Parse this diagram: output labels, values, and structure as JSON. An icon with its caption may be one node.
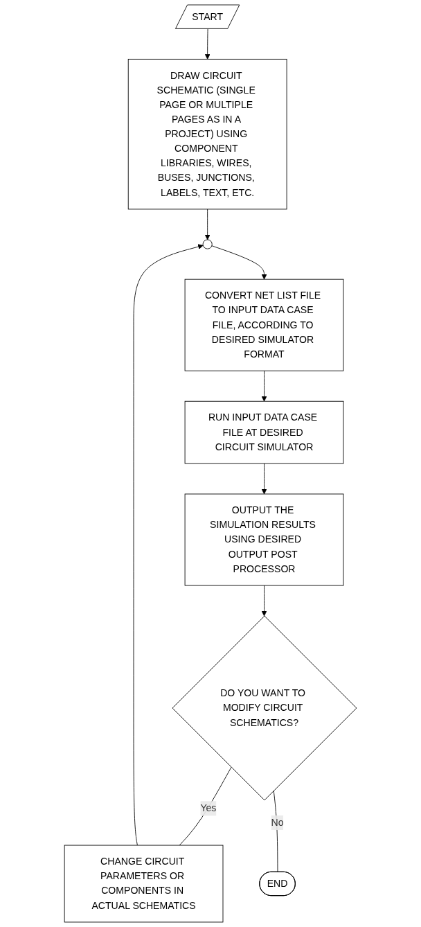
{
  "diagram": {
    "nodes": [
      {
        "text": [
          "START"
        ]
      },
      {
        "text": [
          "DRAW CIRCUIT SCHEMATIC (SINGLE PAGE OR MULTIPLE PAGES AS IN A PROJECT) USING COMPONENT LIBRARIES, WIRES, BUSES, JUNCTIONS, LABELS, TEXT, ETC."
        ]
      },
      {
        "text": [],
        "shape": "circle"
      },
      {
        "text": [
          "CONVERT NET LIST FILE TO INPUT DATA CASE FILE, ACCORDING TO DESIRED SIMULATOR FORMAT"
        ]
      },
      {
        "text": [
          "RUN INPUT DATA CASE FILE AT DESIRED CIRCUIT SIMULATOR"
        ]
      },
      {
        "text": [
          "OUTPUT THE SIMULATION RESULTS USING DESIRED OUTPUT POST PROCESSOR"
        ]
      },
      {
        "text": [
          "DO YOU WANT TO MODIFY CIRCUIT SCHEMATICS?"
        ]
      },
      {
        "text": [
          "CHANGE CIRCUIT PARAMETERS OR COMPONENTS IN ACTUAL SCHEMATICS"
        ]
      },
      {
        "text": [
          "END"
        ]
      }
    ],
    "edges": [
      {
        "from": 0,
        "to": 1,
        "arrow": "to"
      },
      {
        "from": 1,
        "to": 2,
        "arrow": "to"
      },
      {
        "from": 2,
        "to": 3,
        "arrow": "to"
      },
      {
        "from": 3,
        "to": 4,
        "arrow": "to"
      },
      {
        "from": 4,
        "to": 5,
        "arrow": "to"
      },
      {
        "from": 5,
        "to": 6,
        "arrow": "to"
      },
      {
        "from": 6,
        "to": 7,
        "label": "Yes",
        "arrow": "none"
      },
      {
        "from": 7,
        "to": 2,
        "arrow": "to"
      },
      {
        "from": 6,
        "to": 8,
        "label": "No",
        "arrow": "none"
      }
    ]
  }
}
